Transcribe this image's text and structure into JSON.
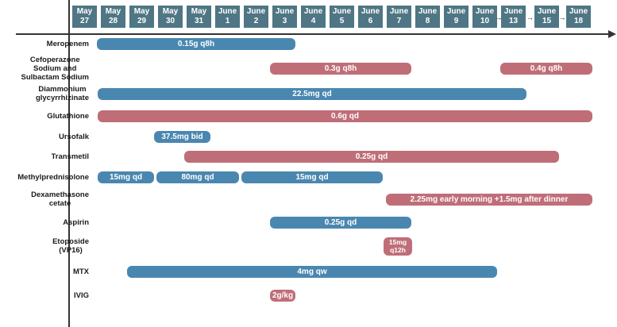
{
  "dates": [
    {
      "month": "May",
      "day": "27"
    },
    {
      "month": "May",
      "day": "28"
    },
    {
      "month": "May",
      "day": "29"
    },
    {
      "month": "May",
      "day": "30"
    },
    {
      "month": "May",
      "day": "31"
    },
    {
      "month": "June",
      "day": "1"
    },
    {
      "month": "June",
      "day": "2"
    },
    {
      "month": "June",
      "day": "3"
    },
    {
      "month": "June",
      "day": "4"
    },
    {
      "month": "June",
      "day": "5"
    },
    {
      "month": "June",
      "day": "6"
    },
    {
      "month": "June",
      "day": "7"
    },
    {
      "month": "June",
      "day": "8"
    },
    {
      "month": "June",
      "day": "9"
    },
    {
      "month": "June",
      "day": "10"
    },
    {
      "month": "June",
      "day": "13"
    },
    {
      "month": "June",
      "day": "15"
    },
    {
      "month": "June",
      "day": "18"
    }
  ],
  "drugs": [
    {
      "label_lines": [
        "Meropenem"
      ],
      "bars": [
        {
          "text": "0.15g q8h",
          "color": "#4a87b0"
        }
      ]
    },
    {
      "label_lines": [
        "Cefoperazone",
        "Sodium and",
        "Sulbactam Sodium"
      ],
      "bars": [
        {
          "text": "0.3g q8h",
          "color": "#bf6e78"
        },
        {
          "text": "0.4g q8h",
          "color": "#bf6e78"
        }
      ]
    },
    {
      "label_lines": [
        "Diammonium",
        "glycyrrhizinate"
      ],
      "bars": [
        {
          "text": "22.5mg qd",
          "color": "#4a87b0"
        }
      ]
    },
    {
      "label_lines": [
        "Glutathione"
      ],
      "bars": [
        {
          "text": "0.6g qd",
          "color": "#bf6e78"
        }
      ]
    },
    {
      "label_lines": [
        "Ursofalk"
      ],
      "bars": [
        {
          "text": "37.5mg bid",
          "color": "#4a87b0"
        }
      ]
    },
    {
      "label_lines": [
        "Transmetil"
      ],
      "bars": [
        {
          "text": "0.25g qd",
          "color": "#bf6e78"
        }
      ]
    },
    {
      "label_lines": [
        "Methylprednisolone"
      ],
      "bars": [
        {
          "text": "15mg qd",
          "color": "#4a87b0"
        },
        {
          "text": "80mg qd",
          "color": "#4a87b0"
        },
        {
          "text": "15mg qd",
          "color": "#4a87b0"
        }
      ]
    },
    {
      "label_lines": [
        "Dexamethasone",
        "cetate"
      ],
      "bars": [
        {
          "text": "2.25mg early morning +1.5mg after dinner",
          "color": "#bf6e78"
        }
      ]
    },
    {
      "label_lines": [
        "Aspirin"
      ],
      "bars": [
        {
          "text": "0.25g qd",
          "color": "#4a87b0"
        }
      ]
    },
    {
      "label_lines": [
        "Etoposide",
        "(VP16)"
      ],
      "bars": [
        {
          "text_lines": [
            "15mg",
            "q12h"
          ],
          "color": "#bf6e78"
        }
      ]
    },
    {
      "label_lines": [
        "MTX"
      ],
      "bars": [
        {
          "text": "4mg qw",
          "color": "#4a87b0"
        }
      ]
    },
    {
      "label_lines": [
        "IVIG"
      ],
      "bars": [
        {
          "text": "2g/kg",
          "color": "#bf6e78"
        }
      ]
    }
  ]
}
